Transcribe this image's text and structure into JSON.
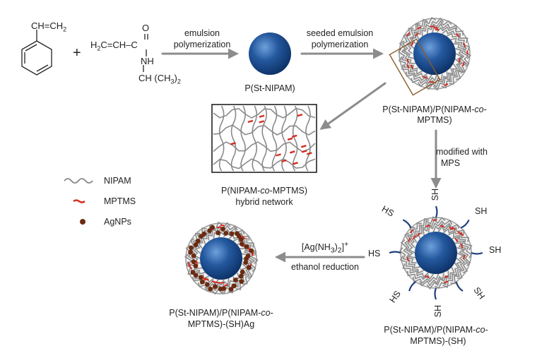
{
  "reactants": {
    "styrene_top": "CH=CH2",
    "plus": "+",
    "nipam_vinyl": "H2C=CH–C",
    "nipam_o": "O",
    "nipam_nh": "NH",
    "nipam_ch": "CH (CH3)2"
  },
  "steps": {
    "emulsion_line1": "emulsion",
    "emulsion_line2": "polymerization",
    "seeded_line1": "seeded emulsion",
    "seeded_line2": "polymerization",
    "modified_line1": "modified with",
    "modified_line2": "MPS",
    "ag_line1": "[Ag(NH3)2]+",
    "ag_line2": "ethanol reduction"
  },
  "products": {
    "core": "P(St-NIPAM)",
    "shell_line1": "P(St-NIPAM)/P(NIPAM-co-",
    "shell_line2": "MPTMS)",
    "network_line1": "P(NIPAM-co-MPTMS)",
    "network_line2": "hybrid network",
    "sh_line1": "P(St-NIPAM)/P(NIPAM-co-",
    "sh_line2": "MPTMS)-(SH)",
    "ag_line1": "P(St-NIPAM)/P(NIPAM-co-",
    "ag_line2": "MPTMS)-(SH)Ag",
    "thiol_label": "SH",
    "thiol_label_rev": "HS"
  },
  "legend": {
    "nipam": "NIPAM",
    "mptms": "MPTMS",
    "agnps": "AgNPs"
  },
  "colors": {
    "core_dark": "#0d3a78",
    "core_light": "#4f86c9",
    "chain_gray": "#8a8a8a",
    "mptms_red": "#d42a1f",
    "ag_brown": "#6b2b12",
    "thiol_blue": "#1f3f7a",
    "arrow_gray": "#8c8c8c",
    "zoom_box": "#8a5a2b"
  }
}
